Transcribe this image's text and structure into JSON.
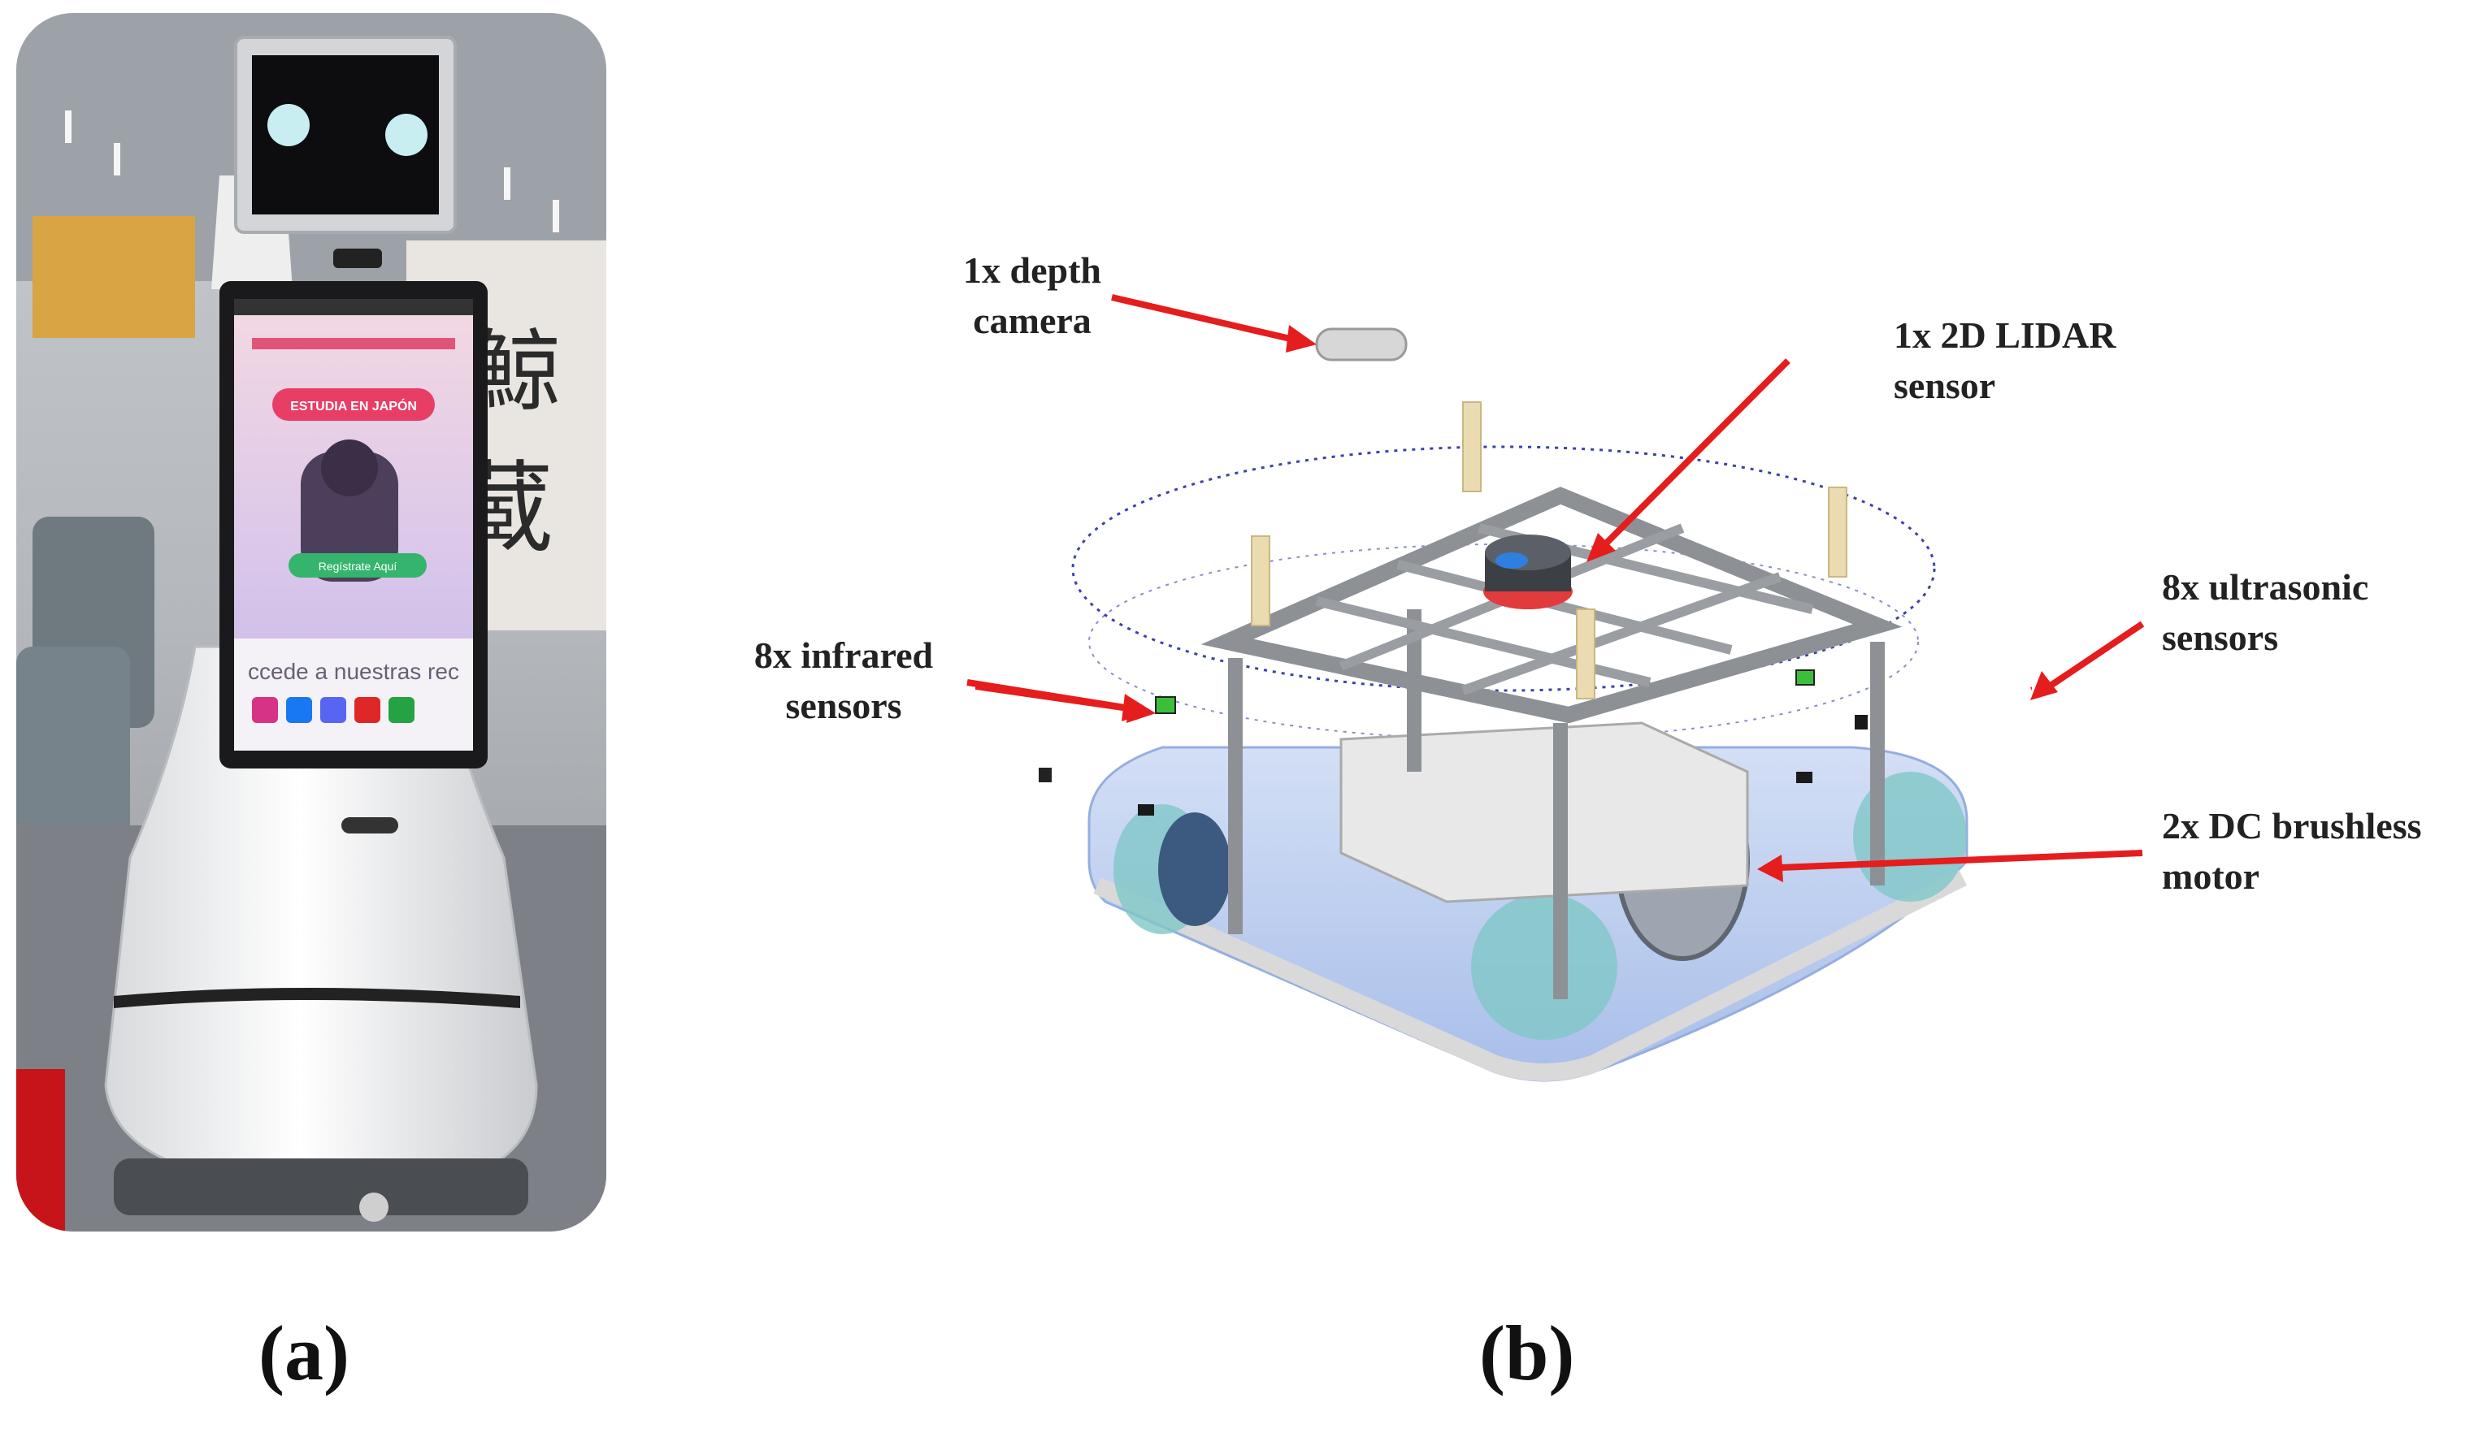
{
  "panels": {
    "a": {
      "caption": "(a)"
    },
    "b": {
      "caption": "(b)"
    }
  },
  "robot_screen": {
    "banner": "ESTUDIA EN JAPÓN",
    "button": "Regístrate Aquí",
    "footer": "ccede a nuestras rec"
  },
  "callouts": {
    "depth_camera": {
      "line1": "1x depth",
      "line2": "camera"
    },
    "lidar": {
      "line1": "1x 2D LIDAR",
      "line2": "sensor"
    },
    "infrared": {
      "line1": "8x infrared",
      "line2": "sensors"
    },
    "ultrasonic": {
      "line1": "8x ultrasonic",
      "line2": "sensors"
    },
    "motor": {
      "line1": "2x DC brushless",
      "line2": "motor"
    }
  },
  "colors": {
    "arrow": "#e51d1d",
    "frame": "#9a9ea3",
    "bumper_blue": "#a9c4ef",
    "wheel_teal": "#7fc7c7",
    "screen_pink": "#e83e66"
  }
}
